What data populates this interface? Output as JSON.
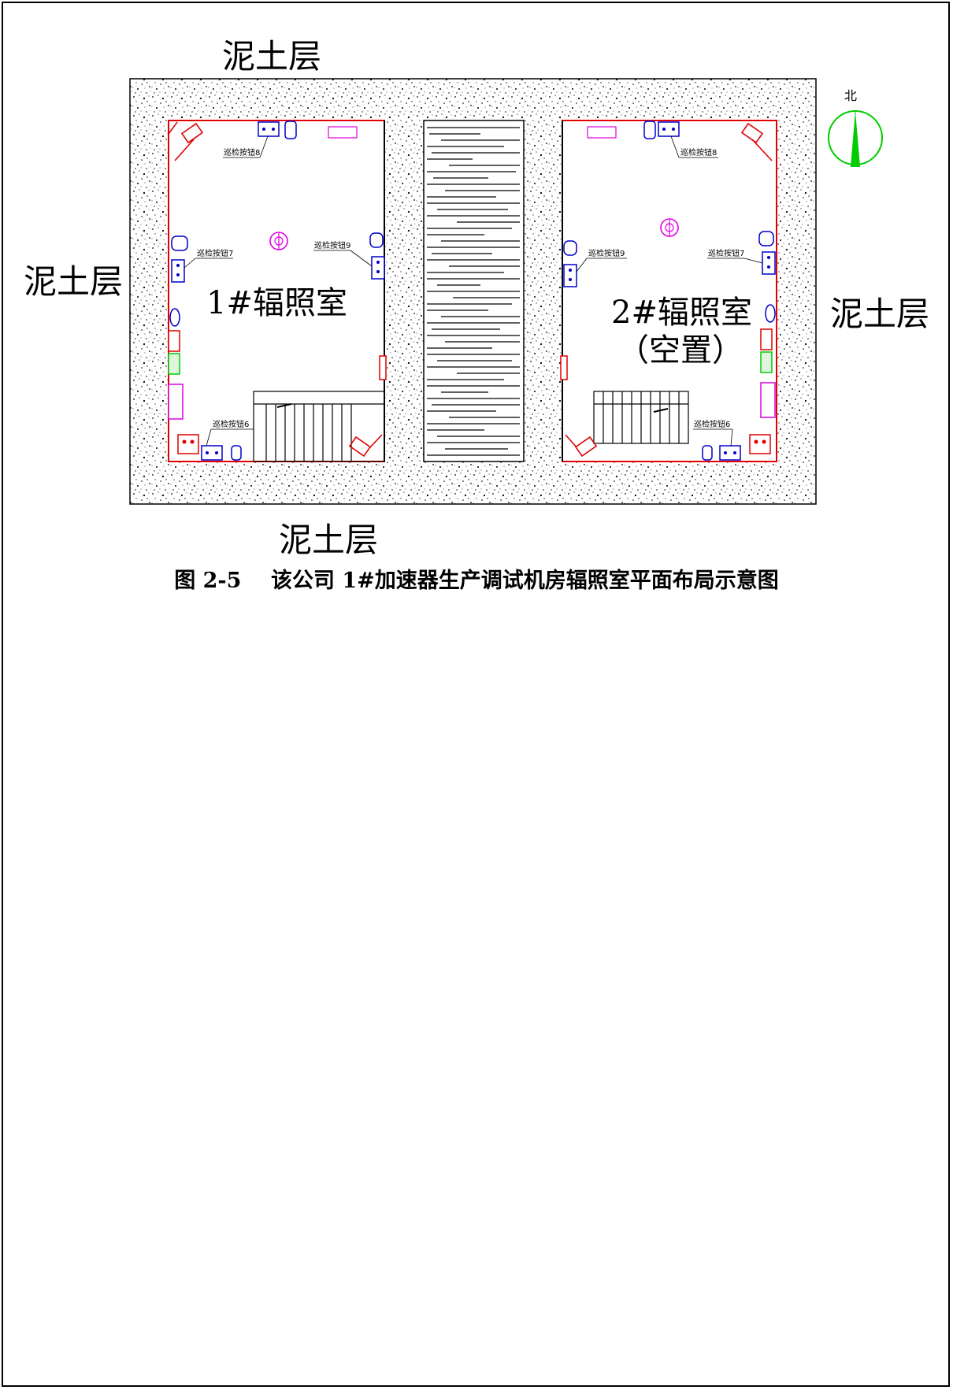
{
  "labels": {
    "soil_top": "泥土层",
    "soil_left": "泥土层",
    "soil_right": "泥土层",
    "soil_bottom": "泥土层"
  },
  "rooms": [
    {
      "name": "1#辐照室",
      "note": ""
    },
    {
      "name": "2#辐照室",
      "note": "（空置）"
    }
  ],
  "patrol_buttons": {
    "room1": [
      "巡检按钮8",
      "巡检按钮9",
      "巡检按钮7",
      "巡检按钮6"
    ],
    "room2": [
      "巡检按钮8",
      "巡检按钮9",
      "巡检按钮7",
      "巡检按钮6"
    ]
  },
  "north": "北",
  "caption": "图 2-5    该公司 1#加速器生产调试机房辐照室平面布局示意图",
  "colors": {
    "wall_line": "#e00000",
    "equipment": "#0000cc",
    "magenta": "#e000e0",
    "green": "#00cc00"
  }
}
